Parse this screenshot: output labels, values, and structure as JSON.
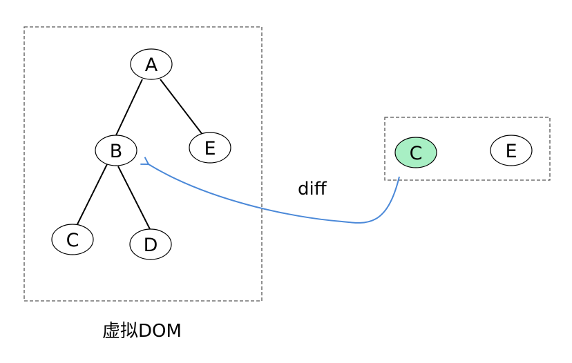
{
  "colors": {
    "highlight_fill": "#a8efc4",
    "arrow": "#4a88d8"
  },
  "virtual_dom": {
    "label": "虚拟DOM",
    "nodes": {
      "a": "A",
      "b": "B",
      "c": "C",
      "d": "D",
      "e": "E"
    }
  },
  "patch": {
    "nodes": {
      "c": "C",
      "e": "E"
    }
  },
  "arrow_label": "diff"
}
